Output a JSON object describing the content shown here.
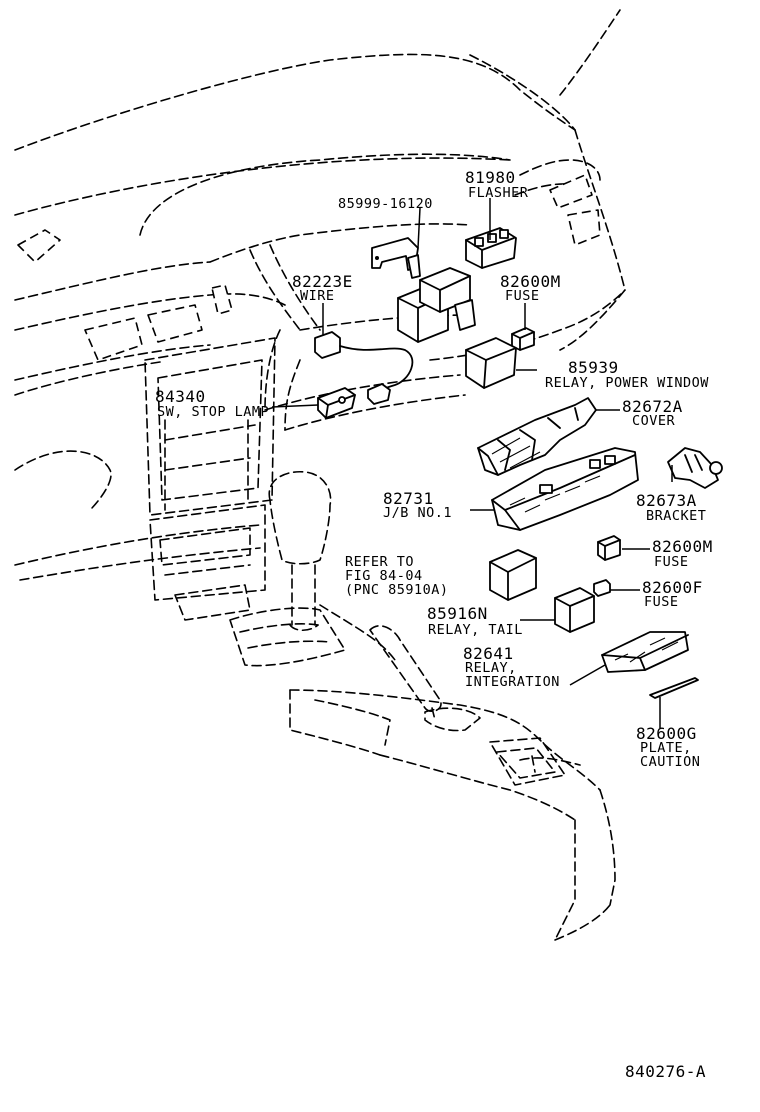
{
  "diagram_id": "840276-A",
  "callouts": [
    {
      "id": "c81980",
      "code": "81980",
      "desc": [
        "FLASHER"
      ]
    },
    {
      "id": "c85999",
      "code": "85999-16120",
      "desc": []
    },
    {
      "id": "c82223E",
      "code": "82223E",
      "desc": [
        "WIRE"
      ]
    },
    {
      "id": "c82600M_top",
      "code": "82600M",
      "desc": [
        "FUSE"
      ]
    },
    {
      "id": "c85939",
      "code": "85939",
      "desc": [
        "RELAY, POWER WINDOW"
      ]
    },
    {
      "id": "c84340",
      "code": "84340",
      "desc": [
        "SW, STOP LAMP"
      ]
    },
    {
      "id": "c82672A",
      "code": "82672A",
      "desc": [
        "COVER"
      ]
    },
    {
      "id": "c82731",
      "code": "82731",
      "desc": [
        "J/B NO.1"
      ]
    },
    {
      "id": "c82673A",
      "code": "82673A",
      "desc": [
        "BRACKET"
      ]
    },
    {
      "id": "c82600M_low",
      "code": "82600M",
      "desc": [
        "FUSE"
      ]
    },
    {
      "id": "c82600F",
      "code": "82600F",
      "desc": [
        "FUSE"
      ]
    },
    {
      "id": "c85916N",
      "code": "85916N",
      "desc": [
        "RELAY, TAIL"
      ]
    },
    {
      "id": "c82641",
      "code": "82641",
      "desc": [
        "RELAY,",
        "INTEGRATION"
      ]
    },
    {
      "id": "c82600G",
      "code": "82600G",
      "desc": [
        "PLATE,",
        "CAUTION"
      ]
    }
  ],
  "refer_note": [
    "REFER TO",
    "FIG 84-04",
    "(PNC 85910A)"
  ]
}
